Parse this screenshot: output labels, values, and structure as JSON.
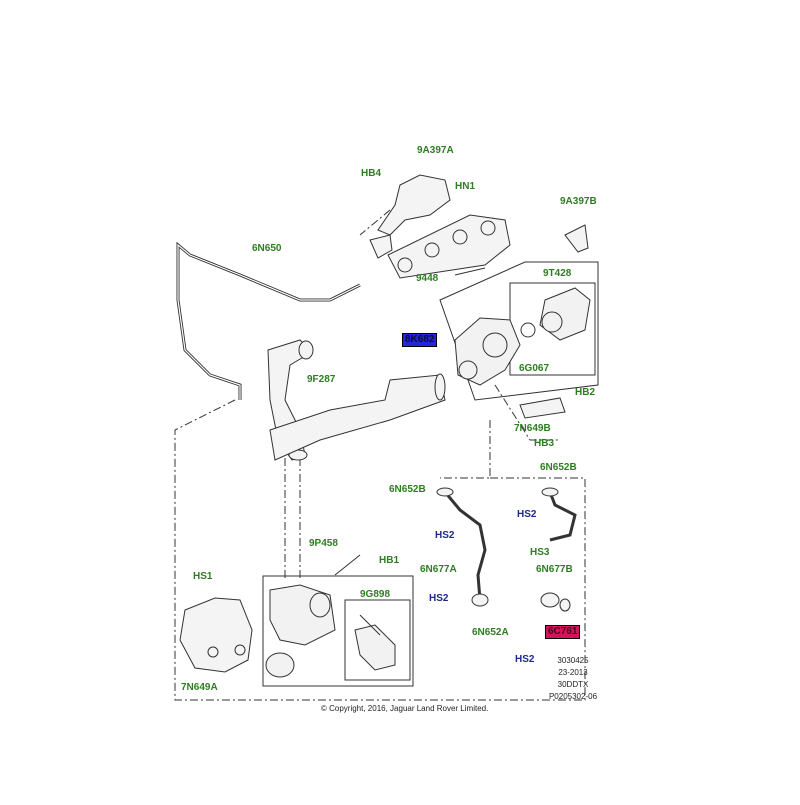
{
  "callouts": {
    "c9A397A": "9A397A",
    "cHB4": "HB4",
    "cHN1": "HN1",
    "c9A397B": "9A397B",
    "c6N650": "6N650",
    "c9448": "9448",
    "c9T428": "9T428",
    "c8K682": "8K682",
    "c6G067": "6G067",
    "cHB2": "HB2",
    "c9F287": "9F287",
    "c7N649B": "7N649B",
    "cHB3": "HB3",
    "c6N652B_r": "6N652B",
    "c6N652B_l": "6N652B",
    "cHS2_a": "HS2",
    "cHS2_b": "HS2",
    "cHS3": "HS3",
    "c9P458": "9P458",
    "cHB1": "HB1",
    "c6N677A": "6N677A",
    "c6N677B": "6N677B",
    "cHS1": "HS1",
    "c9G898": "9G898",
    "cHS2_c": "HS2",
    "c6N652A": "6N652A",
    "c6C761": "6C761",
    "cHS2_d": "HS2",
    "c7N649A": "7N649A"
  },
  "reference": {
    "line1": "3030425",
    "line2": "23-2013",
    "line3": "30DDTX",
    "line4": "P0205302-06"
  },
  "copyright": "© Copyright, 2016, Jaguar Land Rover Limited.",
  "colors": {
    "label_green": "#2e7d22",
    "label_navy": "#1b2a8c",
    "highlight_blue": "#2626d9",
    "highlight_red": "#d4145a",
    "line": "#333333"
  }
}
